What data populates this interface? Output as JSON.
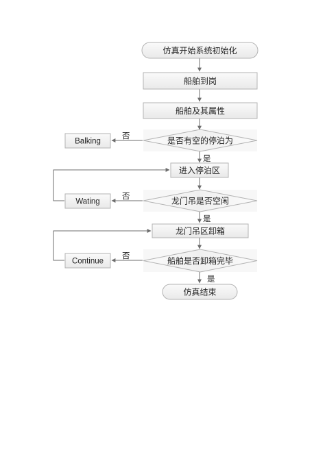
{
  "nodes": {
    "start": "仿真开始系统初始化",
    "ship_arrive": "船舶到岗",
    "ship_attr": "船舶及其属性",
    "berth_free": "是否有空的停泊为",
    "enter_berth": "进入停泊区",
    "crane_free": "龙门吊是否空闲",
    "crane_unload": "龙门吊区卸箱",
    "unload_done": "船舶是否卸箱完毕",
    "end": "仿真结束",
    "balking": "Balking",
    "wating": "Wating",
    "continue": "Continue"
  },
  "edge_labels": {
    "berth_yes": "是",
    "berth_no": "否",
    "crane_yes": "是",
    "crane_no": "否",
    "unload_yes": "是",
    "unload_no": "否"
  },
  "colors": {
    "box_fill": "#f2f2f2",
    "box_stroke": "#b3b3b3",
    "line": "#6d6d6d",
    "text": "#222222"
  }
}
